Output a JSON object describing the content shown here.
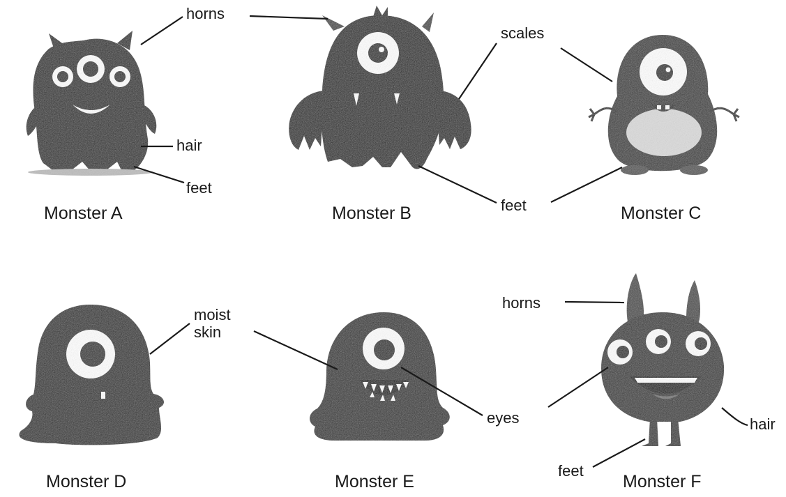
{
  "monsters": [
    {
      "caption": "Monster A"
    },
    {
      "caption": "Monster B"
    },
    {
      "caption": "Monster C"
    },
    {
      "caption": "Monster D"
    },
    {
      "caption": "Monster E"
    },
    {
      "caption": "Monster F"
    }
  ],
  "labels": {
    "horns_top": "horns",
    "scales": "scales",
    "hair_a": "hair",
    "feet_a": "feet",
    "feet_bc": "feet",
    "moist": "moist",
    "skin": "skin",
    "eyes": "eyes",
    "horns_f": "horns",
    "hair_f": "hair",
    "feet_f": "feet"
  },
  "colors": {
    "body": "#2b2b2b",
    "belly": "#dcdcdc",
    "line": "#1a1a1a"
  }
}
